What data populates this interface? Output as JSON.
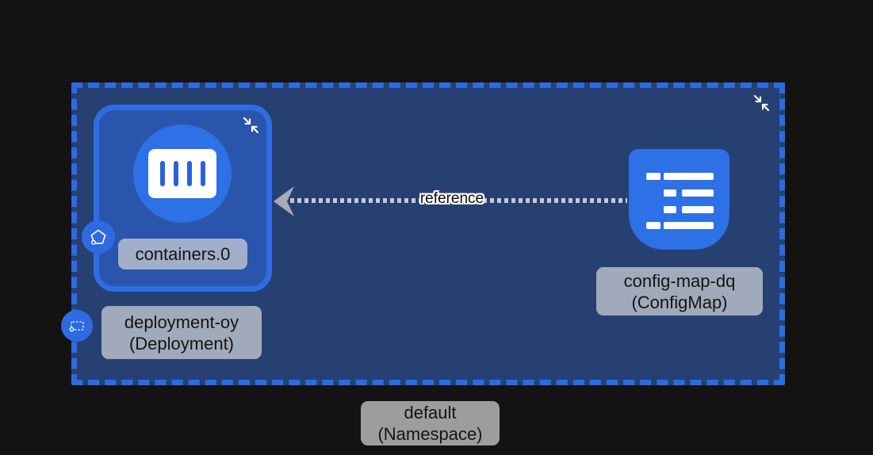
{
  "canvas": {
    "background": "#131313"
  },
  "colors": {
    "accent_blue": "#2e6be2",
    "node_border_blue": "#2e6ee4",
    "node_fill_blue": "#2a55ad",
    "namespace_fill": "#264072",
    "icon_blue": "#2e70e5",
    "container_bar_blue": "#2b62d9",
    "label_background": "rgba(209,211,214,0.72)",
    "label_text": "#141414",
    "edge_dots": "#c6c9cf",
    "edge_arrow": "#a6abb5"
  },
  "namespace": {
    "name": "default",
    "kind_label": "(Namespace)"
  },
  "deployment": {
    "name": "deployment-oy",
    "kind_label": "(Deployment)",
    "container_label": "containers.0"
  },
  "configmap": {
    "name": "config-map-dq",
    "kind_label": "(ConfigMap)"
  },
  "edge": {
    "label": "reference"
  },
  "icons": {
    "namespace_collapse": "collapse-arrows-icon",
    "deployment_collapse": "collapse-arrows-icon",
    "pod_badge": "pentagon-icon",
    "namespace_badge": "dashed-rect-icon",
    "deployment_glyph": "container-icon",
    "configmap_glyph": "configmap-list-icon",
    "edge_arrowhead": "arrowhead-left-icon"
  }
}
